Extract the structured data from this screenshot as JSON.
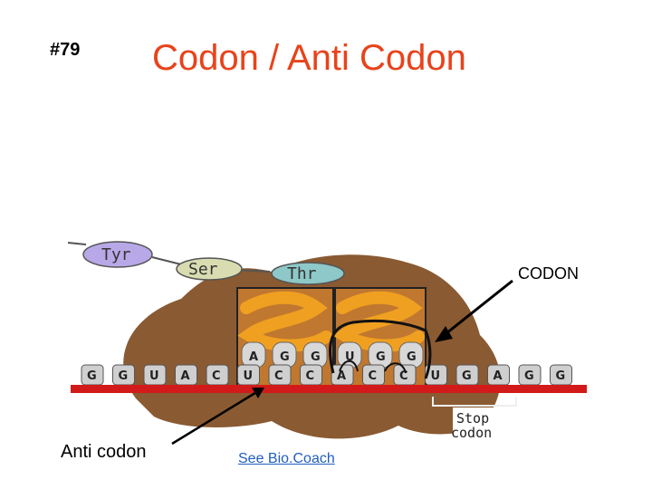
{
  "slide": {
    "number": "#79",
    "title": "Codon / Anti Codon"
  },
  "labels": {
    "codon": "CODON",
    "anticodon": "Anti codon",
    "stop_codon_line1": "Stop",
    "stop_codon_line2": "codon"
  },
  "link": {
    "text": "See Bio.Coach"
  },
  "amino_acids": [
    "Tyr",
    "Ser",
    "Thr"
  ],
  "mrna_bases": [
    "G",
    "G",
    "U",
    "A",
    "C",
    "U",
    "C",
    "C",
    "A",
    "C",
    "C",
    "U",
    "G",
    "A",
    "G",
    "G"
  ],
  "trna_anticodons": [
    [
      "A",
      "G",
      "G"
    ],
    [
      "U",
      "G",
      "G"
    ]
  ],
  "colors": {
    "title": "#e8431b",
    "ribosome": "#8a5a32",
    "mrna_strand": "#d21a1a",
    "link": "#1f5fbf",
    "tyr": "#b8a8e8",
    "ser": "#d8dcb0",
    "thr": "#8ec8c8",
    "trna_coil": "#f0a020"
  }
}
